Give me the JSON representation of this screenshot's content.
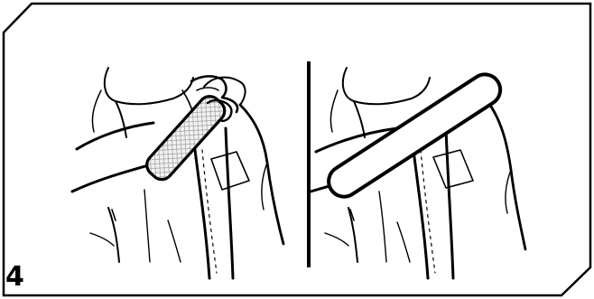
{
  "step": {
    "number": "4"
  },
  "panels": [
    {
      "name": "left-panel",
      "state": "pad-on-shoulder-strap"
    },
    {
      "name": "right-panel",
      "state": "pad-over-shoulder"
    }
  ],
  "colors": {
    "line": "#000000",
    "background": "#ffffff",
    "pad_fill": "#f2f2f2",
    "pad_hatch": "#9a9a9a"
  }
}
